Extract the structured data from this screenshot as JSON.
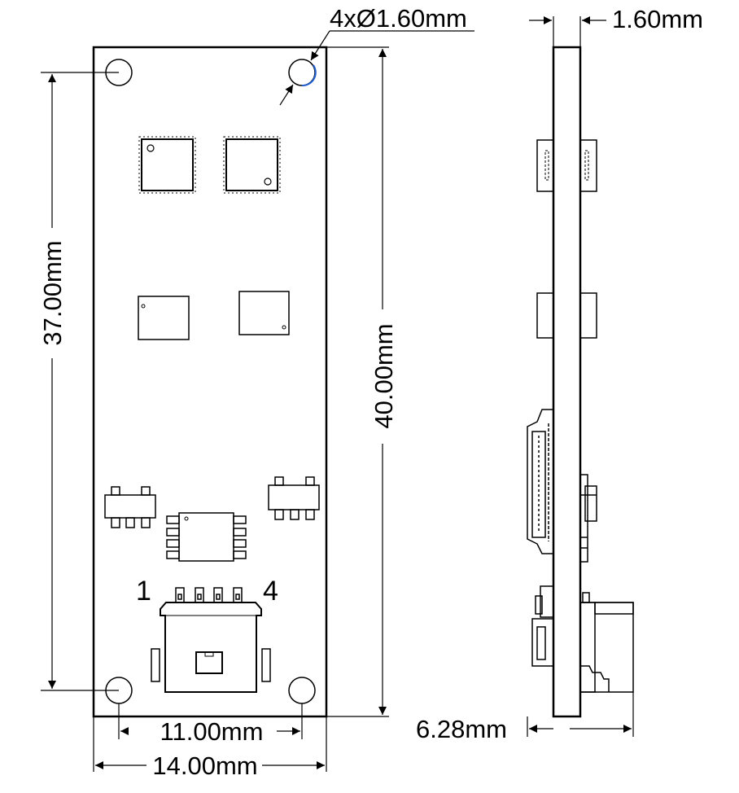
{
  "dimensions": {
    "hole_spec": "4xØ1.60mm",
    "board_thickness": "1.60mm",
    "hole_pitch_vertical": "37.00mm",
    "board_length": "40.00mm",
    "hole_pitch_horizontal": "11.00mm",
    "board_width": "14.00mm",
    "overall_depth": "6.28mm"
  },
  "connector_pins": {
    "first": "1",
    "last": "4"
  }
}
